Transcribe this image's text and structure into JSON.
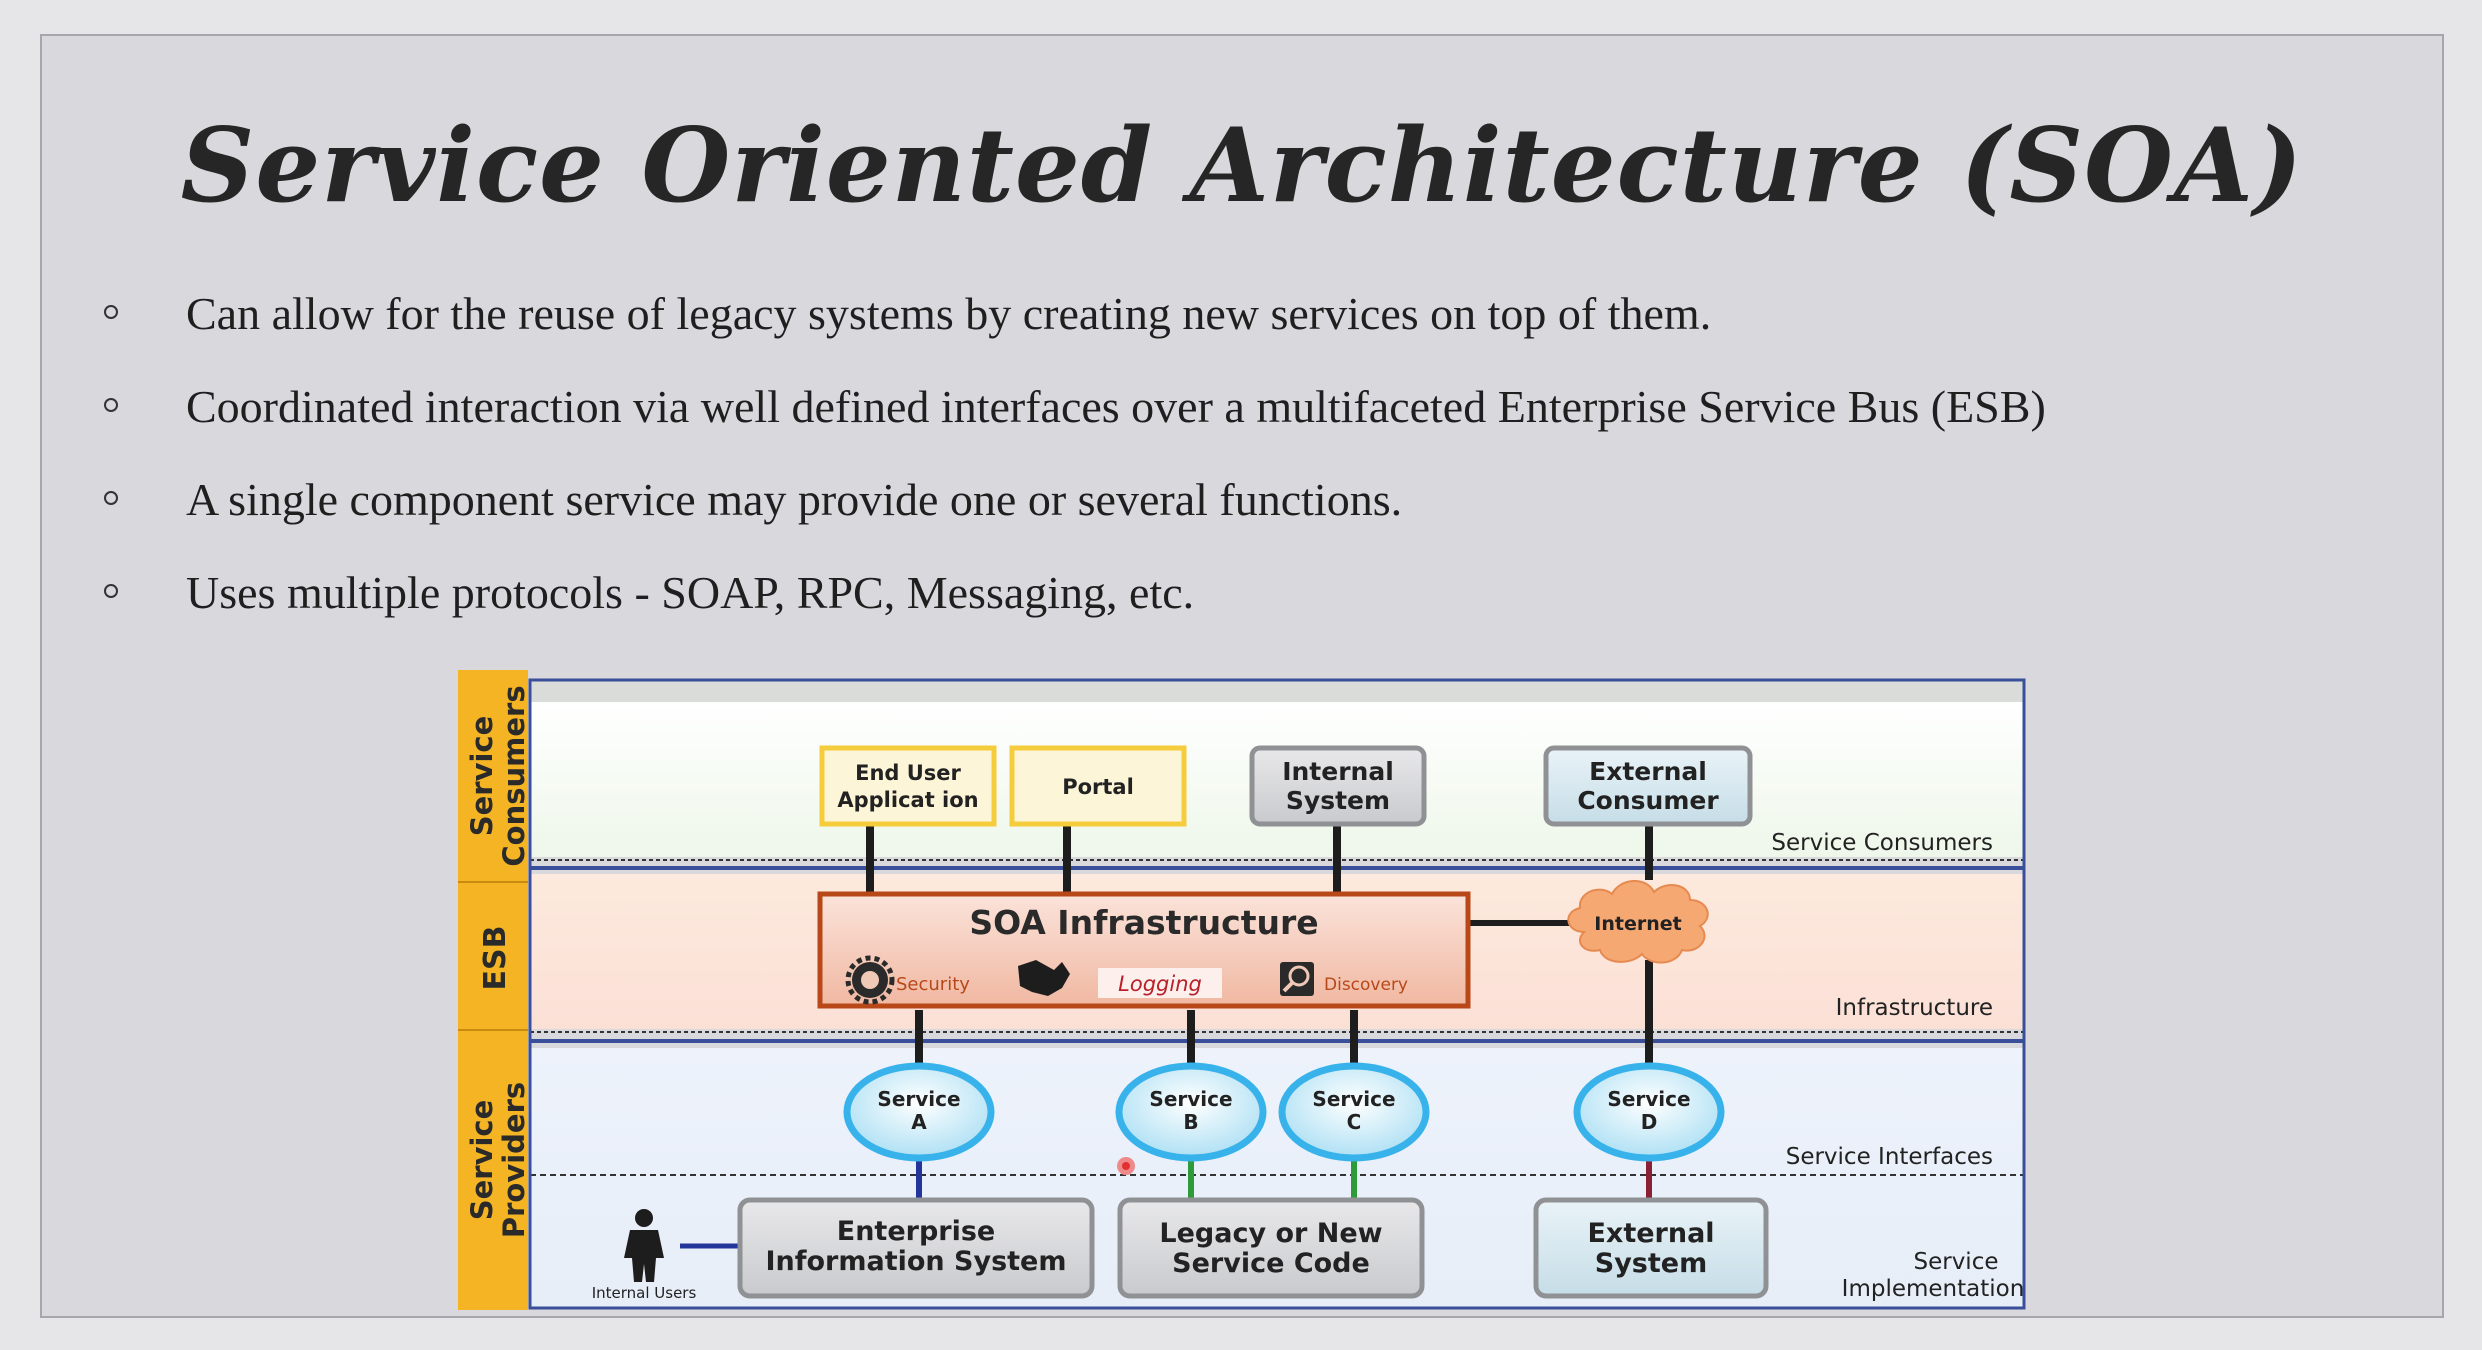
{
  "title": "Service Oriented Architecture (SOA)",
  "bullets": [
    "Can allow for the reuse of legacy systems by creating new services on top of them.",
    "Coordinated interaction via well defined interfaces over a multifaceted Enterprise Service Bus (ESB)",
    "A single component service may provide one or several functions.",
    "Uses multiple protocols - SOAP, RPC, Messaging, etc."
  ],
  "diagram": {
    "side_labels": {
      "consumers": [
        "Service",
        "Consumers"
      ],
      "esb": "ESB",
      "providers": [
        "Service",
        "Providers"
      ]
    },
    "consumer_boxes": {
      "end_user": [
        "End User",
        "Applicat ion"
      ],
      "portal": "Portal",
      "internal": [
        "Internal",
        "System"
      ],
      "external": [
        "External",
        "Consumer"
      ]
    },
    "layer_labels": {
      "consumers": "Service Consumers",
      "infrastructure": "Infrastructure",
      "interfaces": "Service Interfaces",
      "implementation": [
        "Service",
        "Implementation"
      ]
    },
    "soa_infrastructure": {
      "title": "SOA Infrastructure",
      "security": "Security",
      "logging": "Logging",
      "discovery": "Discovery"
    },
    "internet": "Internet",
    "services": {
      "a": [
        "Service",
        "A"
      ],
      "b": [
        "Service",
        "B"
      ],
      "c": [
        "Service",
        "C"
      ],
      "d": [
        "Service",
        "D"
      ]
    },
    "implementation_boxes": {
      "eis": [
        "Enterprise",
        "Information System"
      ],
      "legacy": [
        "Legacy or New",
        "Service Code"
      ],
      "external_system": [
        "External",
        "System"
      ]
    },
    "internal_users": "Internal Users"
  },
  "colors": {
    "side_bar": "#f4b423",
    "consumer_box_border": "#f5cc3c",
    "soa_box_border": "#b84818",
    "service_circle": "#56c0ef",
    "internet_cloud": "#f6a872",
    "frame_border": "#3a4f9a"
  }
}
